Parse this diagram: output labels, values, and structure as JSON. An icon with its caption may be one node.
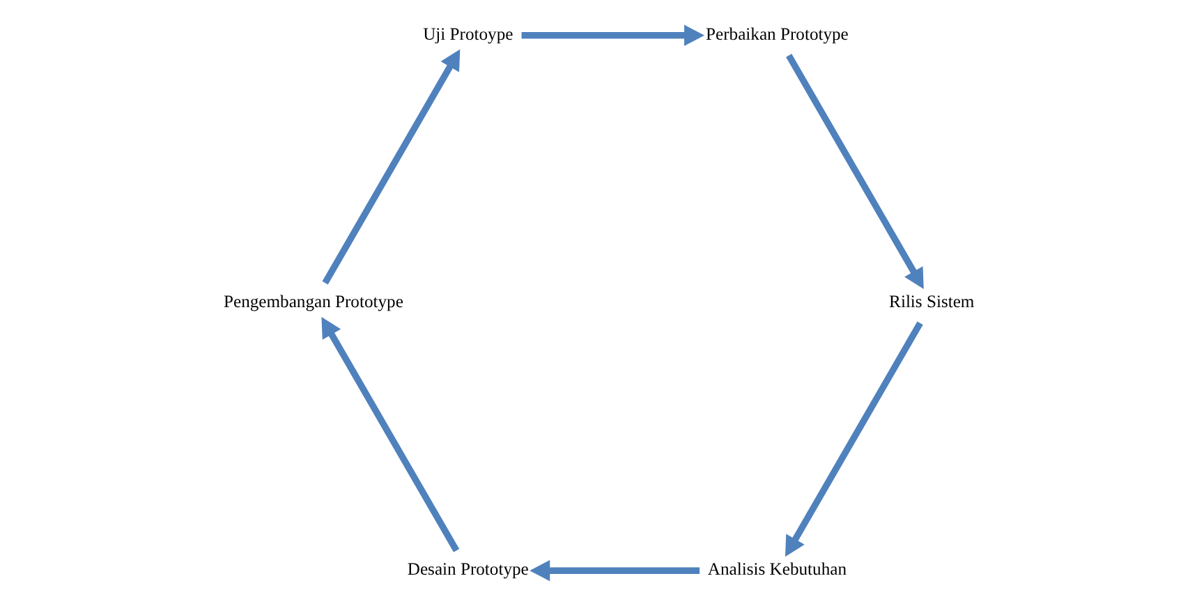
{
  "diagram": {
    "nodes": [
      {
        "text": [
          "Analisis Kebutuhan"
        ]
      },
      {
        "text": [
          "Desain Prototype"
        ]
      },
      {
        "text": [
          "Pengembangan Prototype"
        ]
      },
      {
        "text": [
          "Uji Protoype"
        ]
      },
      {
        "text": [
          "Perbaikan Prototype"
        ]
      },
      {
        "text": [
          "Rilis Sistem"
        ]
      }
    ],
    "edges": [
      {
        "from": 0,
        "to": 1,
        "arrow": "to"
      },
      {
        "from": 1,
        "to": 2,
        "arrow": "to"
      },
      {
        "from": 2,
        "to": 3,
        "arrow": "to"
      },
      {
        "from": 3,
        "to": 4,
        "arrow": "to"
      },
      {
        "from": 4,
        "to": 5,
        "arrow": "to"
      },
      {
        "from": 5,
        "to": 0,
        "arrow": "to"
      }
    ]
  }
}
